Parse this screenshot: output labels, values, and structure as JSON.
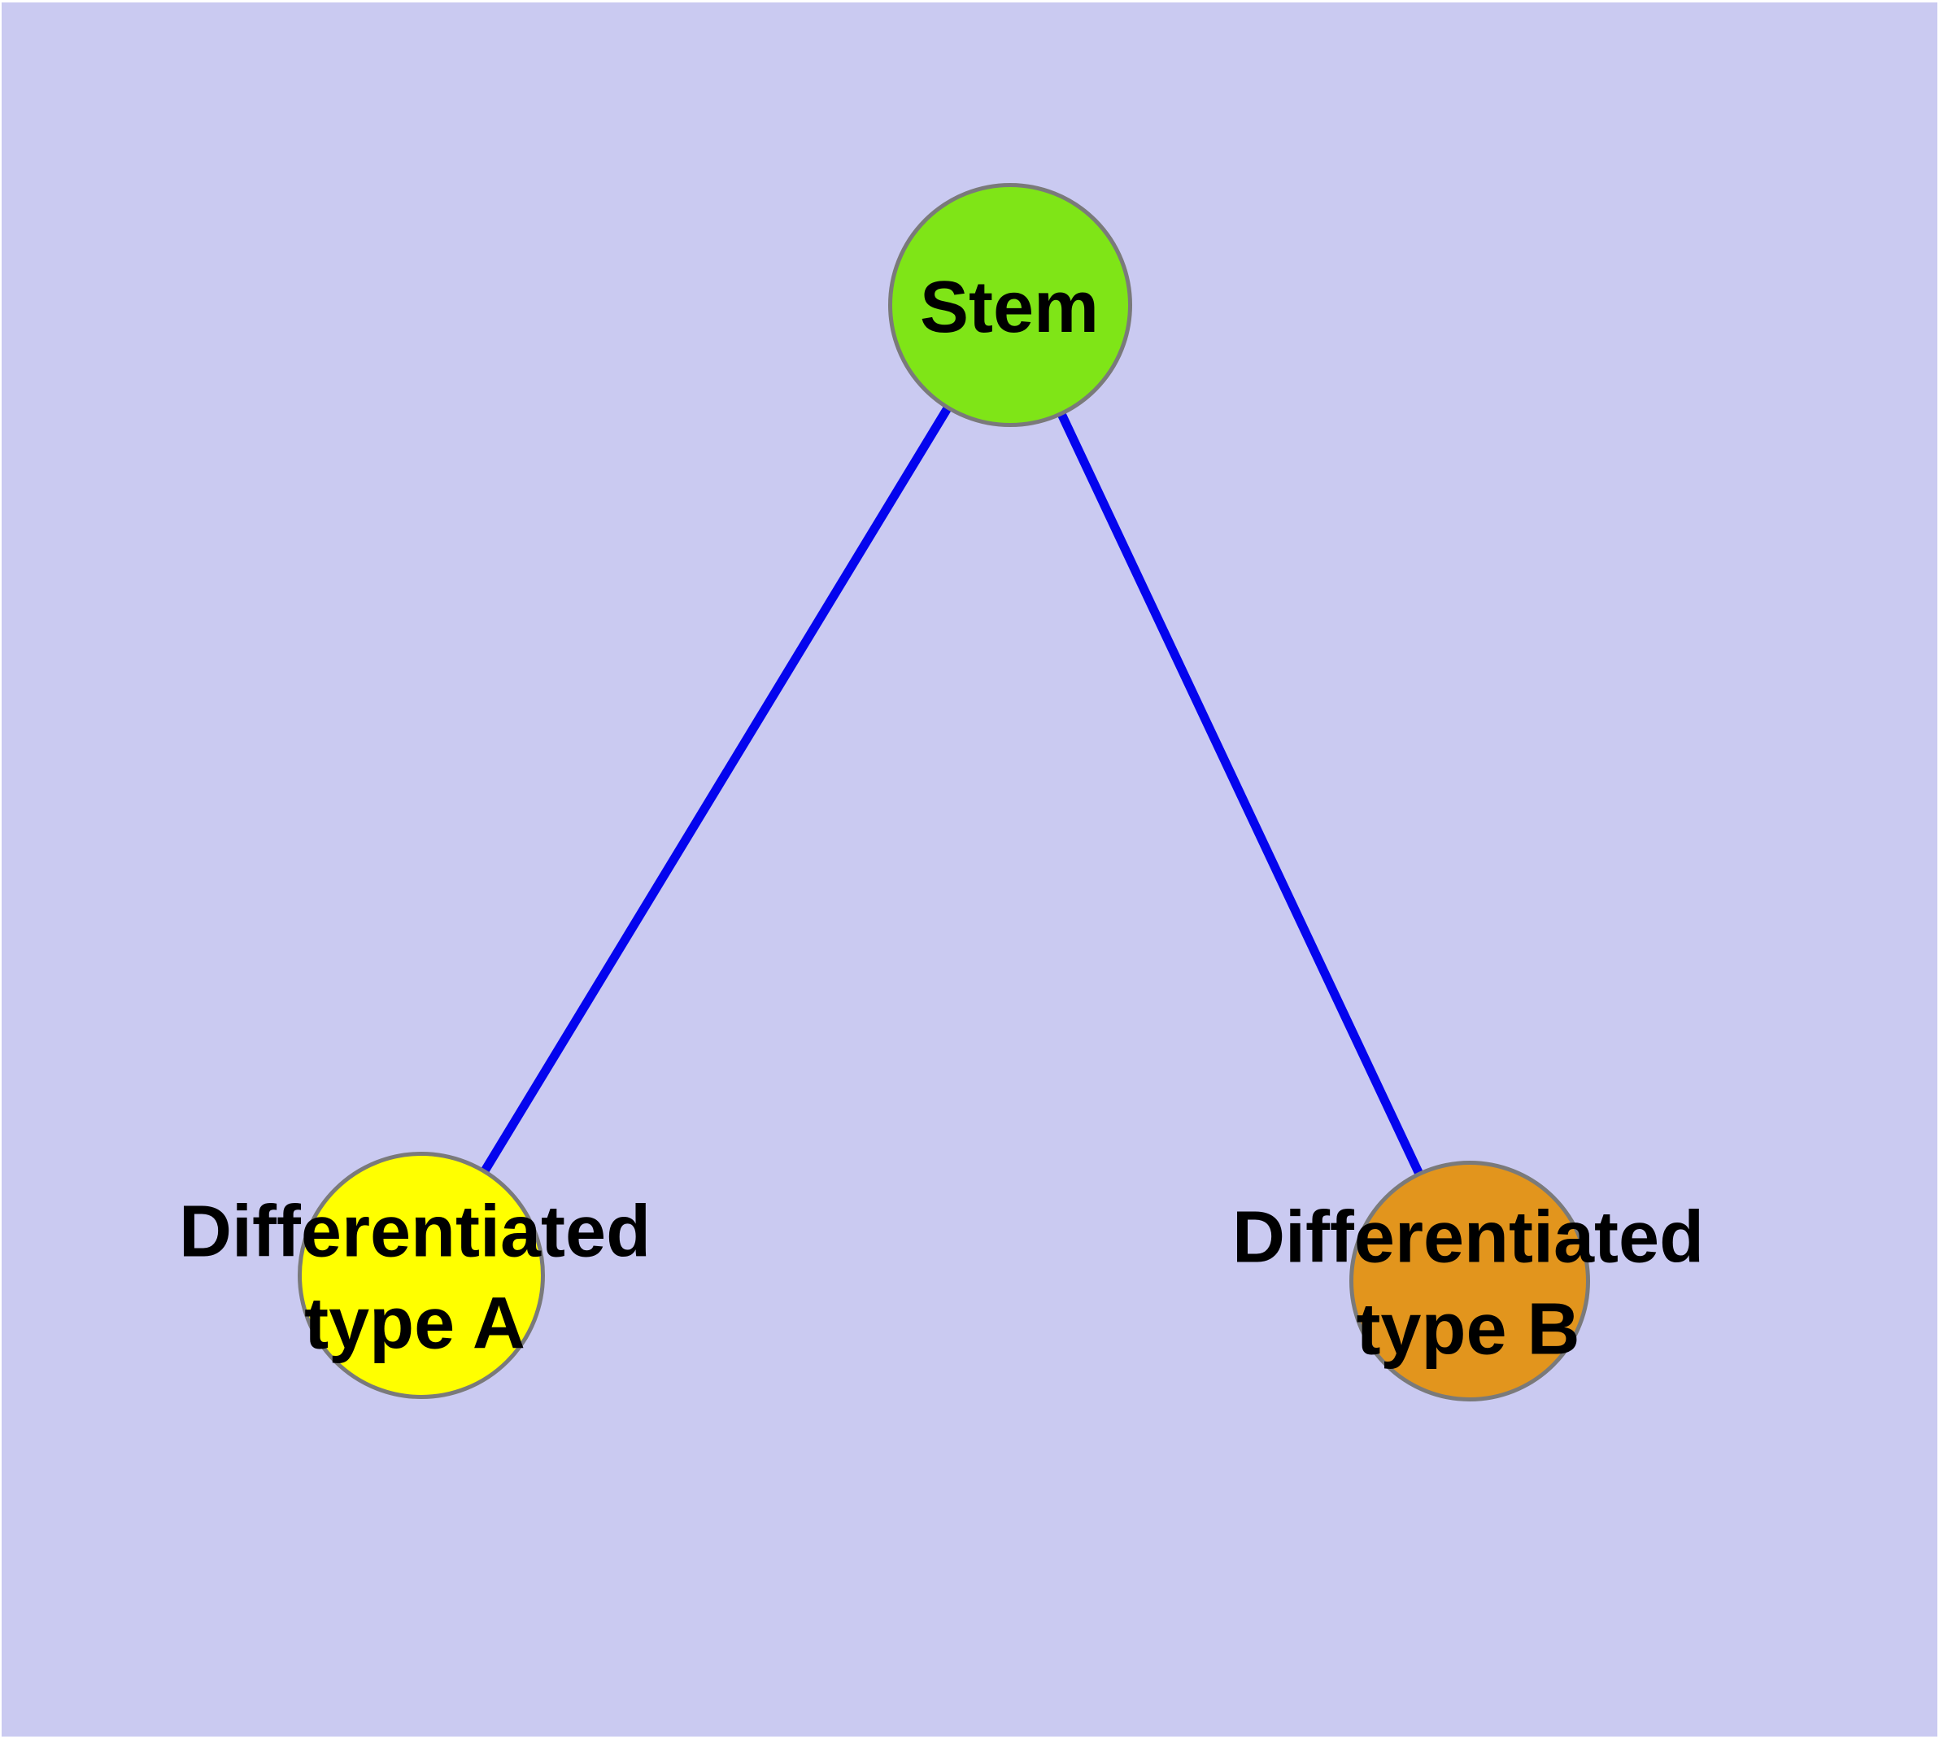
{
  "diagram": {
    "type": "node-link-graph",
    "background_color": "#cacaf1",
    "edge_color": "#0404ee",
    "node_border_color": "#7a7a7a",
    "label_color": "#000000",
    "nodes": [
      {
        "id": "stem",
        "label": "Stem",
        "fill": "#7fe517"
      },
      {
        "id": "diff-type-a",
        "label": "Differentiated\ntype A",
        "fill": "#ffff00"
      },
      {
        "id": "diff-type-b",
        "label": "Differentiated\ntype B",
        "fill": "#e2951d"
      }
    ],
    "edges": [
      {
        "from": "stem",
        "to": "diff-type-a"
      },
      {
        "from": "stem",
        "to": "diff-type-b"
      }
    ]
  }
}
